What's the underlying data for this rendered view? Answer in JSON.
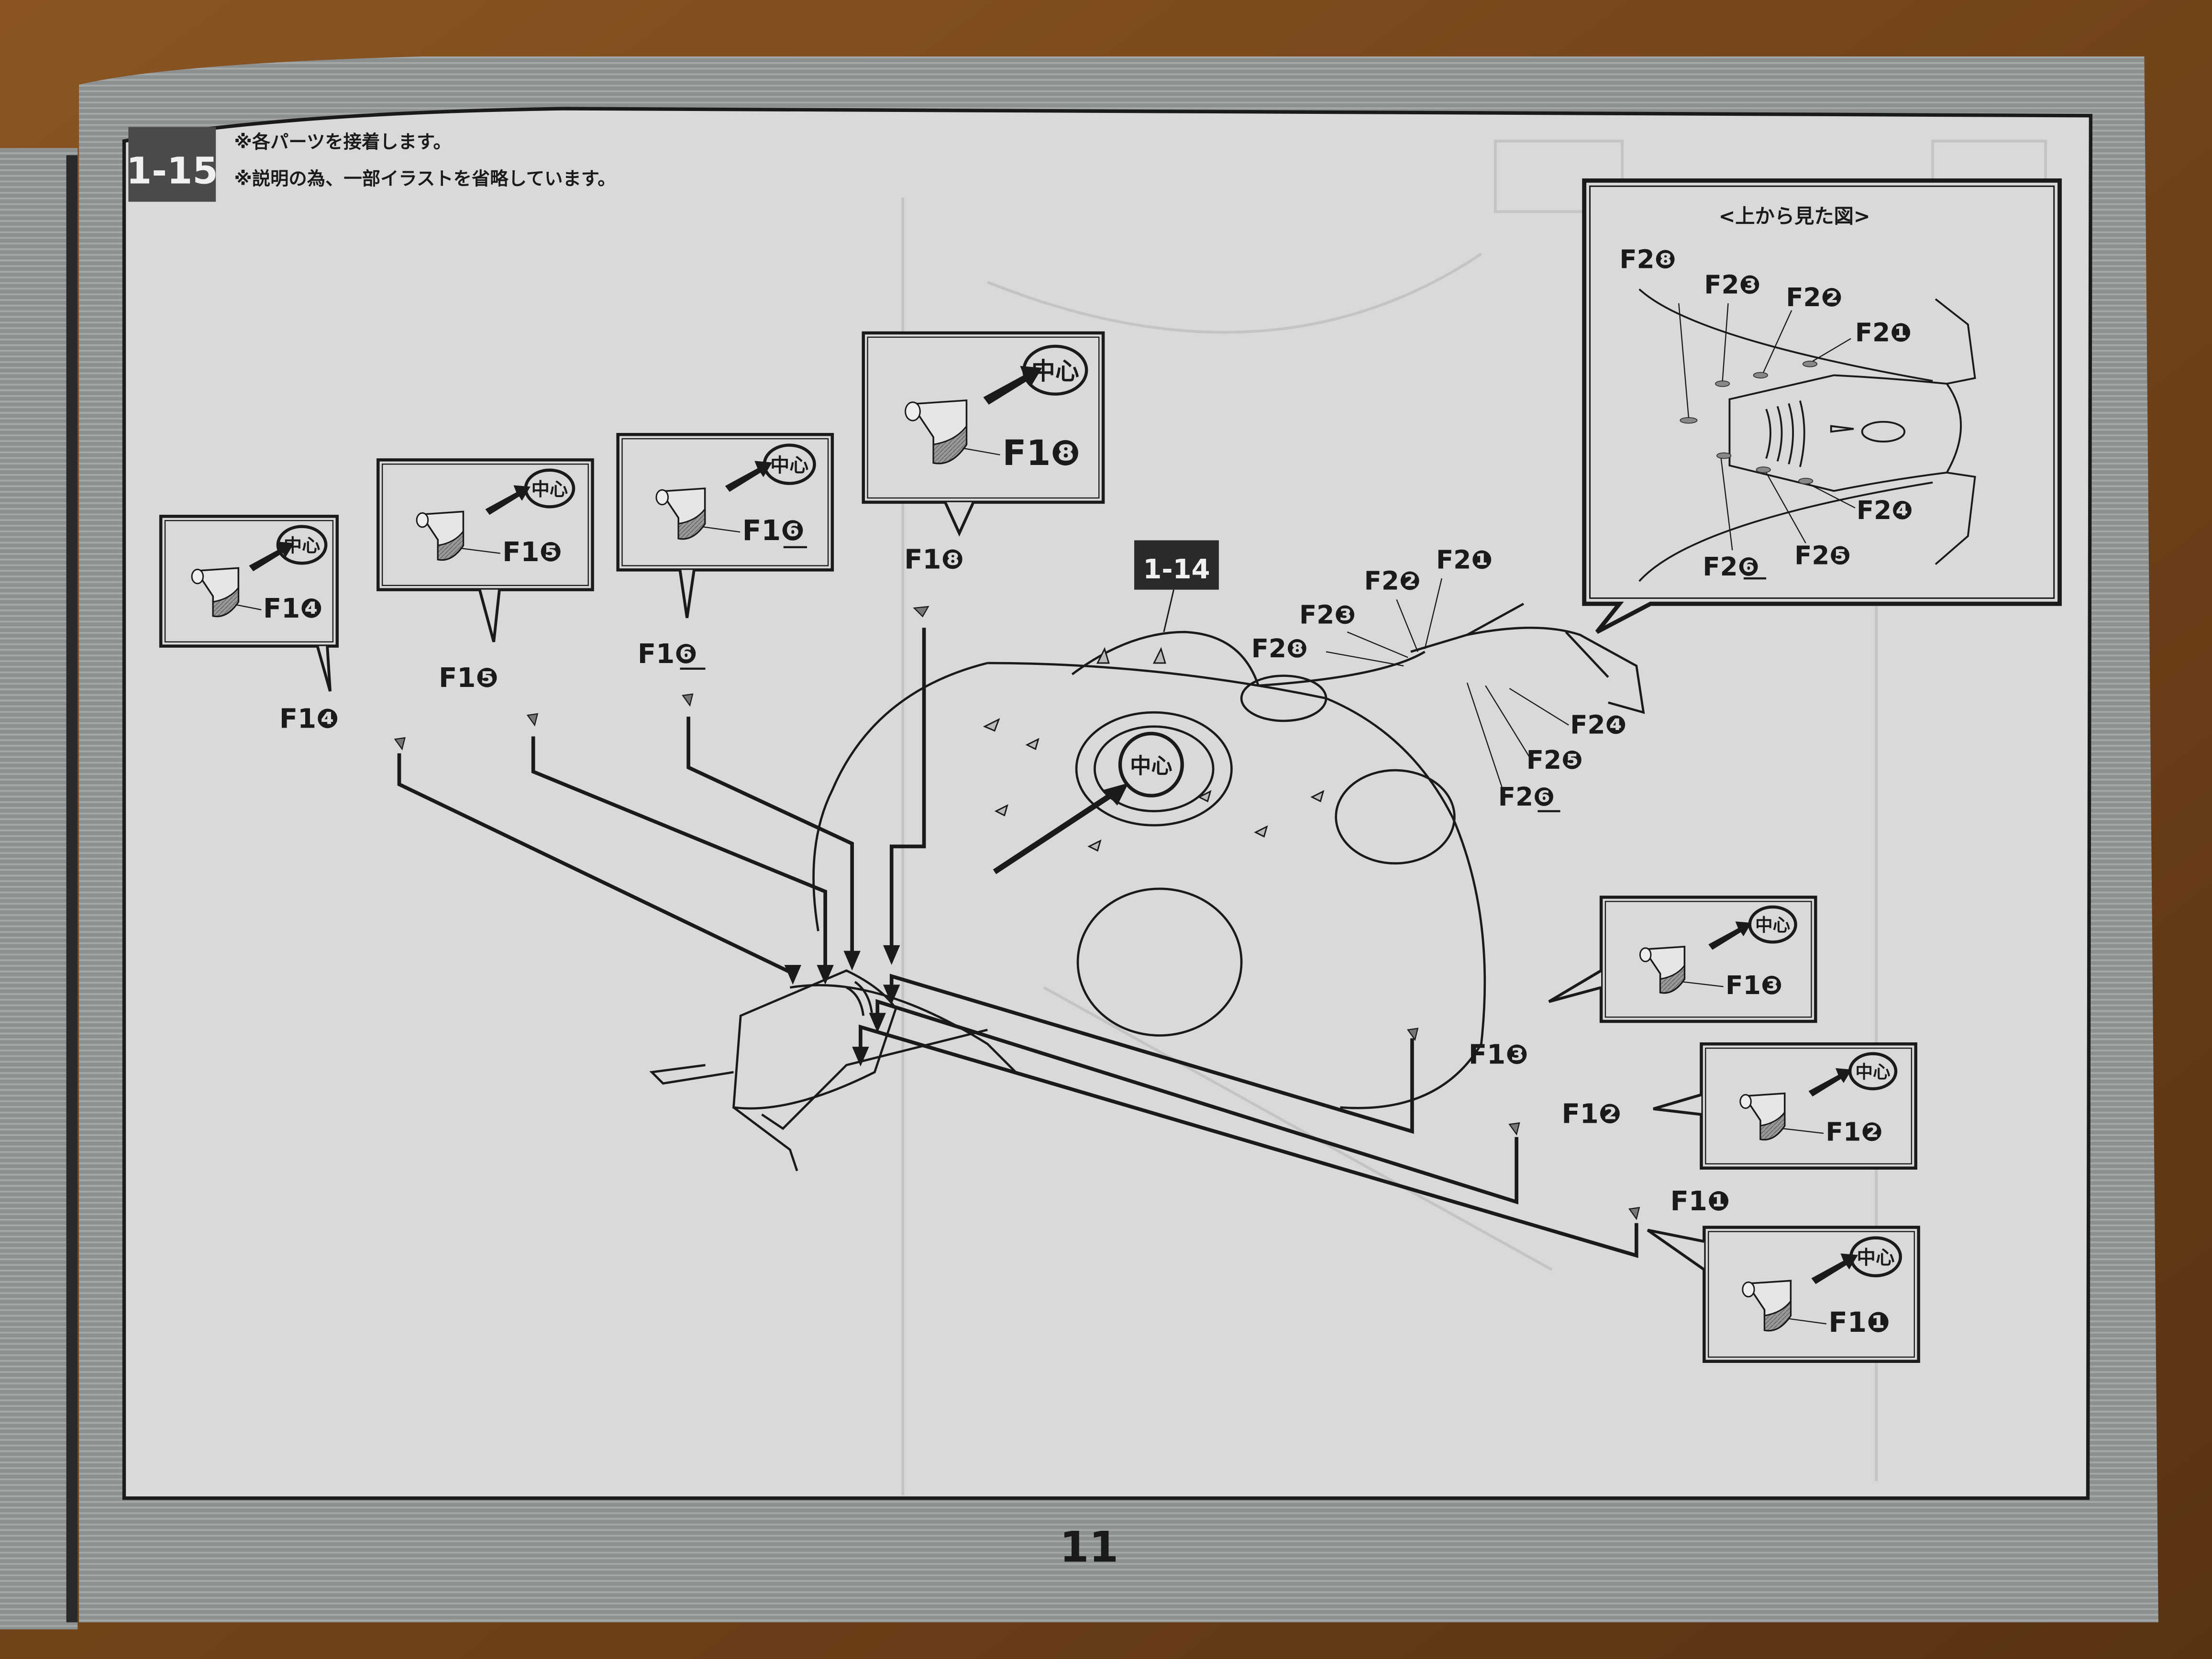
{
  "step": {
    "number": "1-15",
    "notes": [
      "※各パーツを接着します。",
      "※説明の為、一部イラストを省略しています。"
    ]
  },
  "reference_step": "1-14",
  "center_marker": "中心",
  "top_view": {
    "title": "<上から見た図>",
    "labels": [
      "F2❽",
      "F2❸",
      "F2❷",
      "F2❶",
      "F2❹",
      "F2❻",
      "F2❺"
    ]
  },
  "callouts": [
    {
      "part": "F1",
      "index": "❹",
      "center_label": "中心"
    },
    {
      "part": "F1",
      "index": "❺",
      "center_label": "中心"
    },
    {
      "part": "F1",
      "index": "❻",
      "underlined": true,
      "center_label": "中心"
    },
    {
      "part": "F1",
      "index": "❽",
      "center_label": "中心"
    },
    {
      "part": "F1",
      "index": "❸",
      "center_label": "中心"
    },
    {
      "part": "F1",
      "index": "❷",
      "center_label": "中心"
    },
    {
      "part": "F1",
      "index": "❶",
      "center_label": "中心"
    }
  ],
  "ship_labels": {
    "f2": [
      "F2❶",
      "F2❷",
      "F2❸",
      "F2❽",
      "F2❹",
      "F2❺",
      "F2❻"
    ]
  },
  "page_number": "11",
  "colors": {
    "paper": "#d9d9d7",
    "ink": "#1a1a1a",
    "frame": "#8a8c8c",
    "desk": "#7a4a1e",
    "step_badge": "#4a4a4a"
  }
}
